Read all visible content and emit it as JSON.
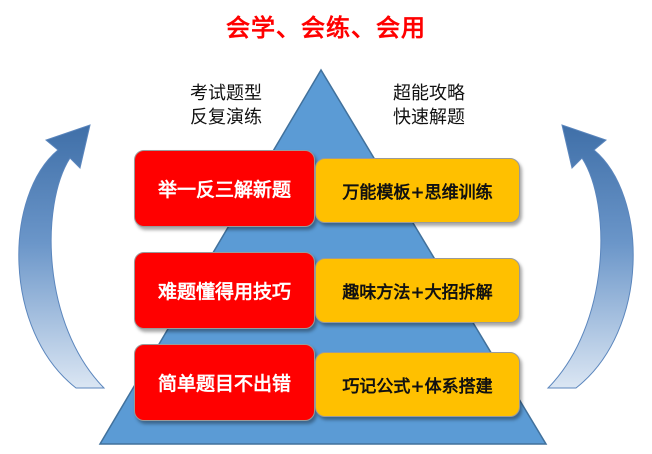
{
  "title": "会学、会练、会用",
  "colors": {
    "title": "#ff0000",
    "pyramid": "#5b9bd5",
    "pyramid_edge": "#41719c",
    "left_boxes": "#ff0000",
    "right_boxes": "#ffc000",
    "arrows": "#4f81bd"
  },
  "captions": {
    "left": [
      "考试题型",
      "反复演练"
    ],
    "right": [
      "超能攻略",
      "快速解题"
    ]
  },
  "levels": [
    {
      "left": "举一反三解新题",
      "right": "万能模板+思维训练"
    },
    {
      "left": "难题懂得用技巧",
      "right": "趣味方法+大招拆解"
    },
    {
      "left": "简单题目不出错",
      "right": "巧记公式+体系搭建"
    }
  ]
}
